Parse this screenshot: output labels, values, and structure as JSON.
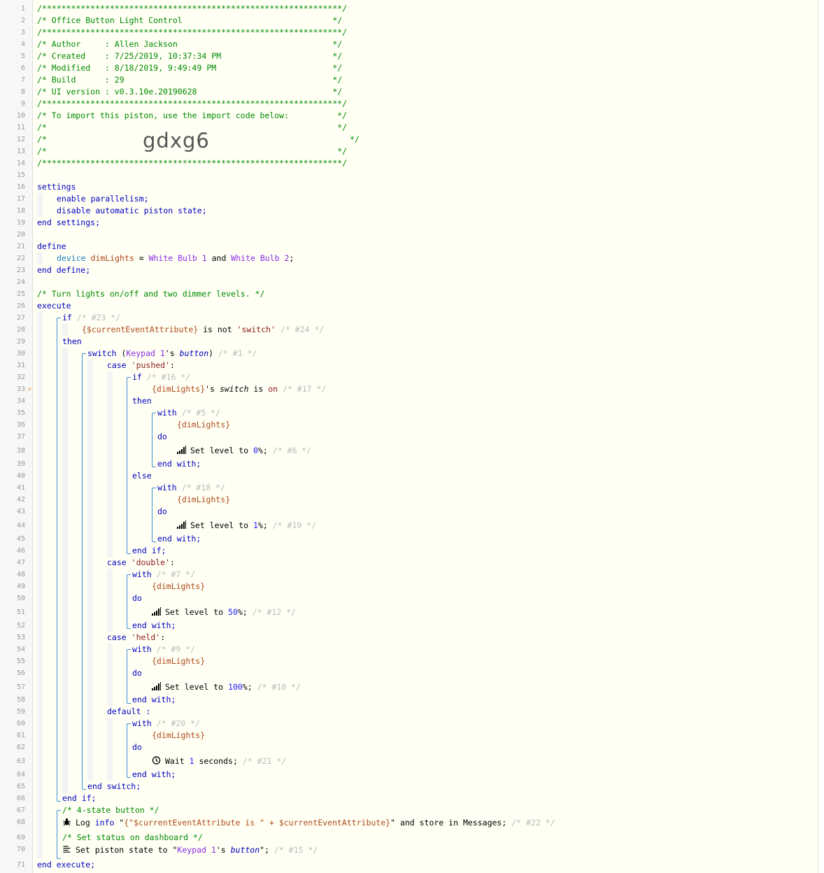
{
  "line_numbers": [
    "1",
    "2",
    "3",
    "4",
    "5",
    "6",
    "7",
    "8",
    "9",
    "10",
    "11",
    "12",
    "13",
    "14",
    "15",
    "16",
    "17",
    "18",
    "19",
    "20",
    "21",
    "22",
    "23",
    "24",
    "25",
    "26",
    "27",
    "28",
    "29",
    "30",
    "31",
    "32",
    "33",
    "34",
    "35",
    "36",
    "37",
    "38",
    "39",
    "40",
    "41",
    "42",
    "43",
    "44",
    "45",
    "46",
    "47",
    "48",
    "49",
    "50",
    "51",
    "52",
    "53",
    "54",
    "55",
    "56",
    "57",
    "58",
    "59",
    "60",
    "61",
    "62",
    "63",
    "64",
    "65",
    "66",
    "67",
    "68",
    "69",
    "70",
    "71"
  ],
  "header": {
    "border": "/**************************************************************/",
    "title": "/* Office Button Light Control                               */",
    "author": "/* Author     : Allen Jackson                                */",
    "created": "/* Created    : 7/25/2019, 10:37:34 PM                       */",
    "modified": "/* Modified   : 8/18/2019, 9:49:49 PM                        */",
    "build": "/* Build      : 29                                           */",
    "ui_version": "/* UI version : v0.3.10e.20190628                            */",
    "import_note": "/* To import this piston, use the import code below:          */",
    "blank": "/*                                                            */",
    "blank_left": "/*",
    "blank_right": "*/",
    "import_code": "gdxg6"
  },
  "settings": {
    "open": "settings",
    "parallelism": "enable parallelism;",
    "state": "disable automatic piston state;",
    "close": "end settings;"
  },
  "define": {
    "open": "define",
    "device_kw": "device",
    "var_name": "dimLights",
    "equals": " = ",
    "bulb1": "White Bulb 1",
    "and": " and ",
    "bulb2": "White Bulb 2",
    "semi": ";",
    "close": "end define;"
  },
  "exec": {
    "comment": "/* Turn lights on/off and two dimmer levels. */",
    "open": "execute",
    "close": "end execute;"
  },
  "tokens": {
    "if": "if",
    "then": "then",
    "else": "else",
    "end_if": "end if;",
    "with": "with",
    "do": "do",
    "end_with": "end with;",
    "switch_kw": "switch",
    "end_switch": "end switch;",
    "case": "case",
    "default": "default :",
    "dimlights_ref": "{dimLights}",
    "set_level": "Set level to ",
    "pct": "%;",
    "is_not": " is not ",
    "is": " is ",
    "s_switch": "'s ",
    "switch_attr": "switch",
    "on": "on",
    "colon": ":"
  },
  "tags": {
    "t23": "/* #23 */",
    "t24": "/* #24 */",
    "t1": "/* #1 */",
    "t16": "/* #16 */",
    "t17": "/* #17 */",
    "t5": "/* #5 */",
    "t6": "/* #6 */",
    "t18": "/* #18 */",
    "t19": "/* #19 */",
    "t7": "/* #7 */",
    "t12": "/* #12 */",
    "t9": "/* #9 */",
    "t10": "/* #10 */",
    "t20": "/* #20 */",
    "t21": "/* #21 */",
    "t22": "/* #22 */",
    "t15": "/* #15 */"
  },
  "cond1": {
    "attr": "{$currentEventAttribute}",
    "value": "'switch'"
  },
  "switch_expr": {
    "open": " (",
    "device": "Keypad 1",
    "poss": "'s ",
    "attr": "button",
    "close": ")"
  },
  "cases": {
    "pushed": "'pushed'",
    "double": "'double'",
    "held": "'held'"
  },
  "levels": {
    "l0": "0",
    "l1": "1",
    "l50": "50",
    "l100": "100"
  },
  "wait": {
    "label": "Wait ",
    "value": "1",
    "unit": " seconds;"
  },
  "comments": {
    "four_state": "/* 4-state button */",
    "set_status": "/* Set status on dashboard */"
  },
  "log": {
    "label": "Log ",
    "level": "info",
    "quote_open": " \"",
    "expr": "{\"$currentEventAttribute is \" + $currentEventAttribute}",
    "quote_close": "\"",
    "store": " and store in Messages;"
  },
  "set_state": {
    "label": "Set piston state to ",
    "q1": "\"",
    "device": "Keypad 1",
    "poss": "'s ",
    "attr": "button",
    "q2": "\";"
  },
  "colors": {
    "keyword": "#0000c0",
    "comment": "#008a00",
    "string": "#8a1a1a",
    "device": "#8a2be2",
    "variable": "#b04a1a",
    "number": "#2020ff",
    "bracket": "#3b8fd6",
    "trigger": "#e8862a"
  }
}
